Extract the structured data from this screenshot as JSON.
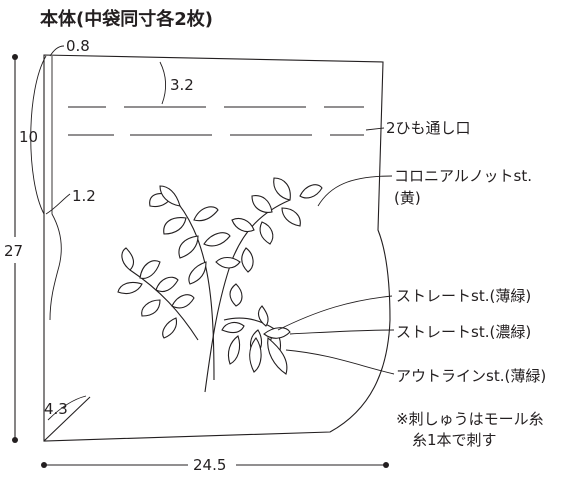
{
  "title": "本体(中袋同寸各2枚)",
  "dimensions": {
    "top_fold": "0.8",
    "channel_gap": "3.2",
    "side_top": "10",
    "side_lower": "1.2",
    "total_height": "27",
    "corner": "4.3",
    "width": "24.5"
  },
  "callouts": {
    "drawstring_opening": "2ひも通し口",
    "colonial_knot": "コロニアルノットst.",
    "colonial_knot_color": "(黄)",
    "straight_light_green": "ストレートst.(薄緑)",
    "straight_dark_green": "ストレートst.(濃緑)",
    "outline_light_green": "アウトラインst.(薄緑)"
  },
  "note": {
    "line1": "※刺しゅうはモール糸",
    "line2": "糸1本で刺す"
  },
  "colors": {
    "line": "#231f20",
    "background": "#ffffff"
  }
}
